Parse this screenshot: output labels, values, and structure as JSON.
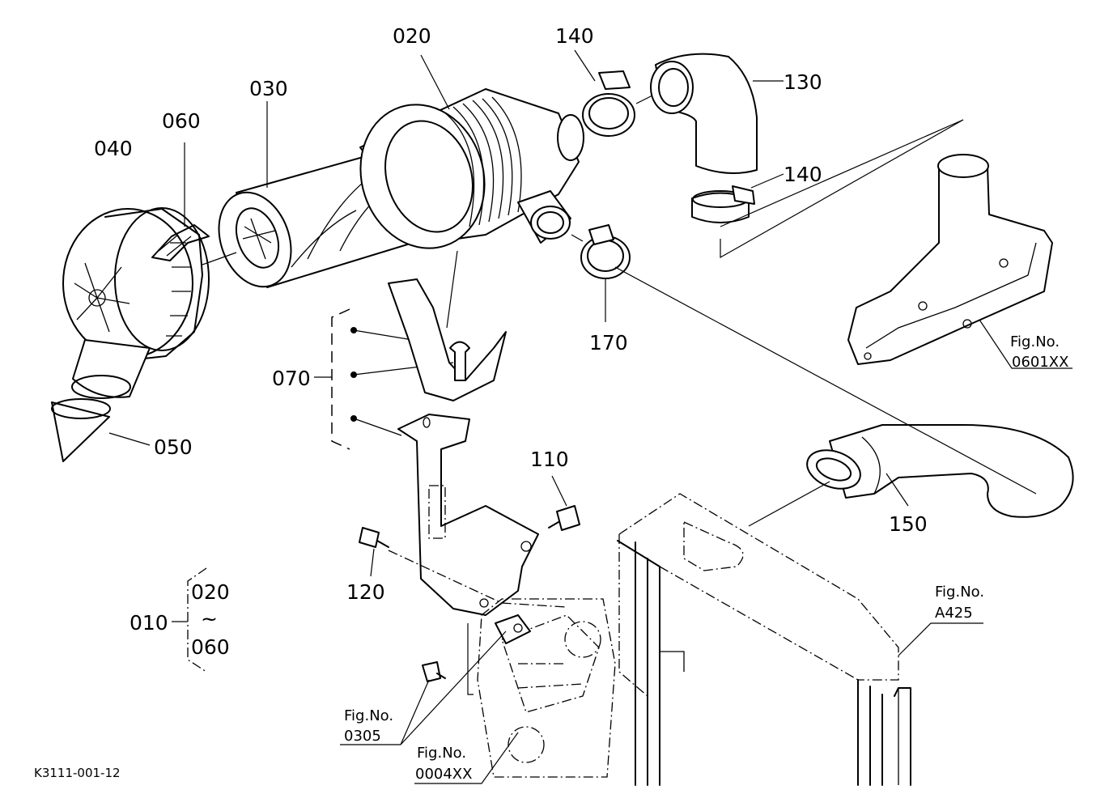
{
  "labels": {
    "p010": "010",
    "p020": "020",
    "p030": "030",
    "p040": "040",
    "p050": "050",
    "p060": "060",
    "p070": "070",
    "p110": "110",
    "p120": "120",
    "p130": "130",
    "p140": "140",
    "p150": "150",
    "p170": "170"
  },
  "assembly": {
    "main": "010",
    "from": "020",
    "range_mark": "~",
    "to": "060"
  },
  "references": {
    "fig_label": "Fig.No.",
    "r0601": "0601XX",
    "rA425": "A425",
    "r0305": "0305",
    "r0004": "0004XX"
  },
  "drawing_code": "K3111-001-12"
}
